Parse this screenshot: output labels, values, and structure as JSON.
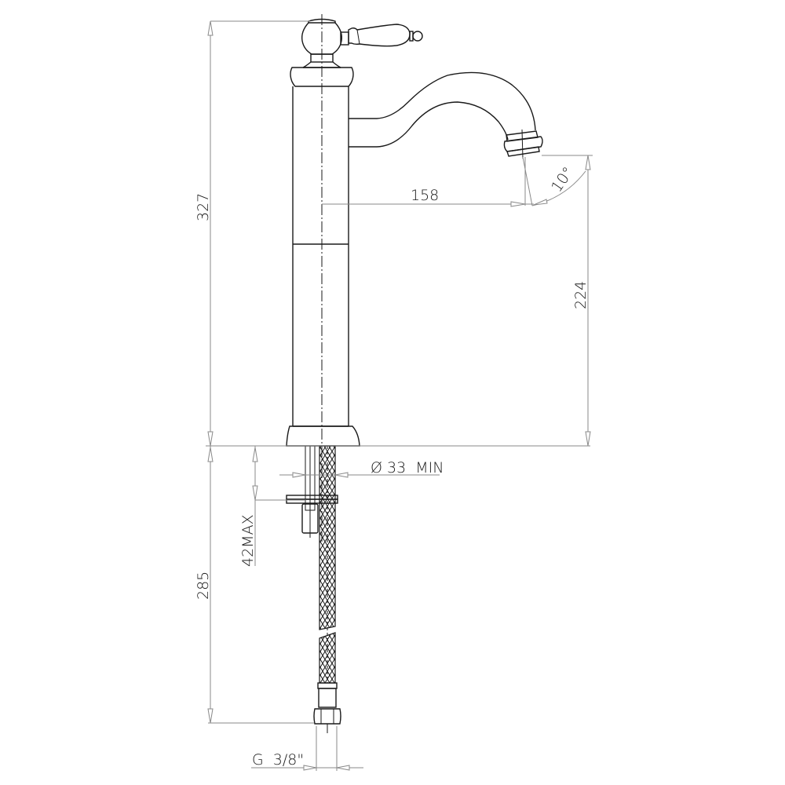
{
  "drawing": {
    "subject": "Single-lever tall basin mixer with swivel spout - dimensional drawing",
    "units": "mm",
    "line_color": "#1a1a1a",
    "dimension_line_color": "#8a8a8a",
    "background": "#ffffff"
  },
  "dimensions": {
    "total_height": "327",
    "spout_reach": "158",
    "spout_outlet_height": "224",
    "spout_angle": "10°",
    "hole_diameter": "Ø 33  MIN",
    "max_deck_thickness": "42MAX",
    "flexible_hose_length": "285",
    "connection_thread": "G  3/8\""
  },
  "parts": [
    {
      "name": "lever-handle"
    },
    {
      "name": "handle-knob"
    },
    {
      "name": "body-cap"
    },
    {
      "name": "body-column"
    },
    {
      "name": "spout"
    },
    {
      "name": "aerator"
    },
    {
      "name": "base-flange"
    },
    {
      "name": "threaded-stud"
    },
    {
      "name": "fixing-washer"
    },
    {
      "name": "fixing-nut"
    },
    {
      "name": "braided-flexible-hose"
    },
    {
      "name": "hose-nut"
    }
  ]
}
